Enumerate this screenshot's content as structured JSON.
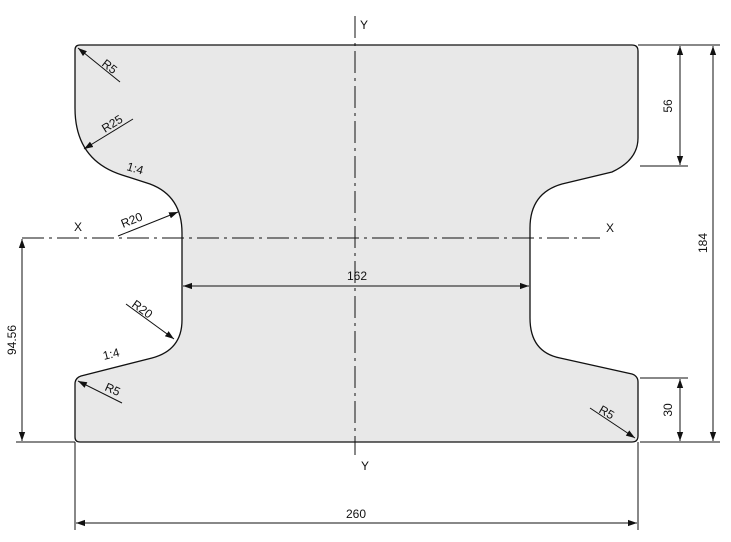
{
  "axes": {
    "y_top": "Y",
    "y_bottom": "Y",
    "x_left": "X",
    "x_right": "X"
  },
  "dimensions": {
    "overall_height": "184",
    "top_flange": "56",
    "bottom_flange": "30",
    "web_width": "162",
    "base_width": "260",
    "neutral_axis": "94.56"
  },
  "radii": {
    "top_left_corner": "R5",
    "top_left_fillet": "R25",
    "upper_web_fillet": "R20",
    "lower_web_fillet": "R20",
    "bottom_left_corner": "R5",
    "bottom_right_corner": "R5"
  },
  "slopes": {
    "upper": "1:4",
    "lower": "1:4"
  },
  "colors": {
    "fill": "#e8e8e8",
    "stroke": "#111111",
    "background": "#ffffff"
  }
}
